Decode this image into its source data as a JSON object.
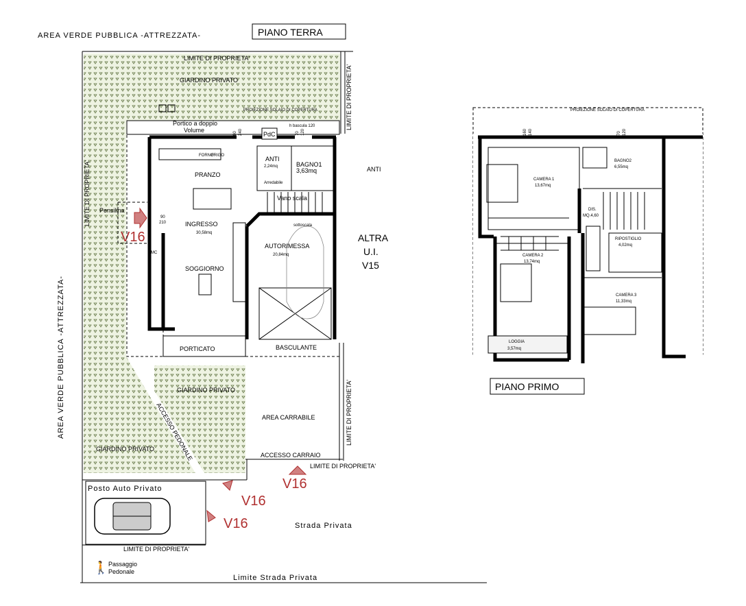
{
  "titles": {
    "area_top": "AREA VERDE PUBBLICA -ATTREZZATA-",
    "area_left": "AREA VERDE PUBBLICA -ATTREZZATA-",
    "ground_floor": "PIANO TERRA",
    "first_floor": "PIANO PRIMO"
  },
  "site": {
    "limite_top": "LIMITE DI PROPRIETA'",
    "limite_right_top": "LIMITE DI PROPRIETA'",
    "limite_left": "LIMITE DI PROPRIETA'",
    "limite_right_bottom": "LIMITE DI PROPRIETA'",
    "limite_bottom_right": "LIMITE DI PROPRIETA'",
    "limite_bottom_left": "LIMITE DI PROPRIETA'",
    "giardino_top": "GIARDINO PRIVATO",
    "giardino_mid": "GIARDINO PRIVATO",
    "giardino_low": "GIARDINO PRIVATO",
    "accesso_pedonale": "ACCESSO PEDONALE",
    "area_carrabile": "AREA CARRABILE",
    "accesso_carraio": "ACCESSO CARRAIO",
    "posto_auto": "Posto Auto Privato",
    "strada": "Strada Privata",
    "limite_strada": "Limite Strada Privata",
    "passaggio": "Passaggio",
    "pedonale": "Pedonale",
    "altra": "ALTRA",
    "ui": "U.I.",
    "v15": "V15",
    "pensilina": "Pensilina",
    "proiezione": "PROIEZIONE SOLAIO DI COPERTURA",
    "v16": "V16"
  },
  "ground": {
    "portico": "Portico a doppio",
    "volume": "Volume",
    "pdc": "PdC",
    "h_bascula": "h bascula 120",
    "pranzo": "PRANZO",
    "forno": "FORNO",
    "frigo": "FRIGO",
    "anti": "ANTI",
    "anti_area": "2,24mq",
    "bagno1": "BAGNO1",
    "bagno1_area": "3,63mq",
    "arredabile": "Arredabile",
    "vano_scala": "Vano scala",
    "sottoscala": "sottoscala",
    "ingresso": "INGRESSO",
    "ingresso_area": "30,58mq",
    "door_90": "90",
    "door_210": "210",
    "vmc": "VMC",
    "soggiorno": "SOGGIORNO",
    "autorimessa": "AUTORIMESSA",
    "autorimessa_area": "20,84mq",
    "porticato": "PORTICATO",
    "basculante": "BASCULANTE",
    "win_80": "80",
    "win_240": "240",
    "win_70": "70",
    "win_120": "120"
  },
  "first": {
    "proiezione": "PROIEZIONE SOLAIO DI COPERTURA",
    "camera1": "CAMERA 1",
    "camera1_area": "13,67mq",
    "bagno2": "BAGNO2",
    "bagno2_area": "6,55mq",
    "dis": "DIS.",
    "dis_area": "MQ.4,60",
    "ripostiglio": "RIPOSTIGLIO",
    "ripostiglio_area": "4,02mq",
    "camera2": "CAMERA 2",
    "camera2_area": "13,74mq",
    "camera3": "CAMERA 3",
    "camera3_area": "11,33mq",
    "loggia": "LOGGIA",
    "loggia_area": "3,57mq",
    "win_160": "160",
    "win_140": "140",
    "win_70": "70",
    "win_120": "120"
  },
  "colors": {
    "ink": "#000000",
    "accent_red": "#b03030",
    "garden": "#eef3e2"
  }
}
